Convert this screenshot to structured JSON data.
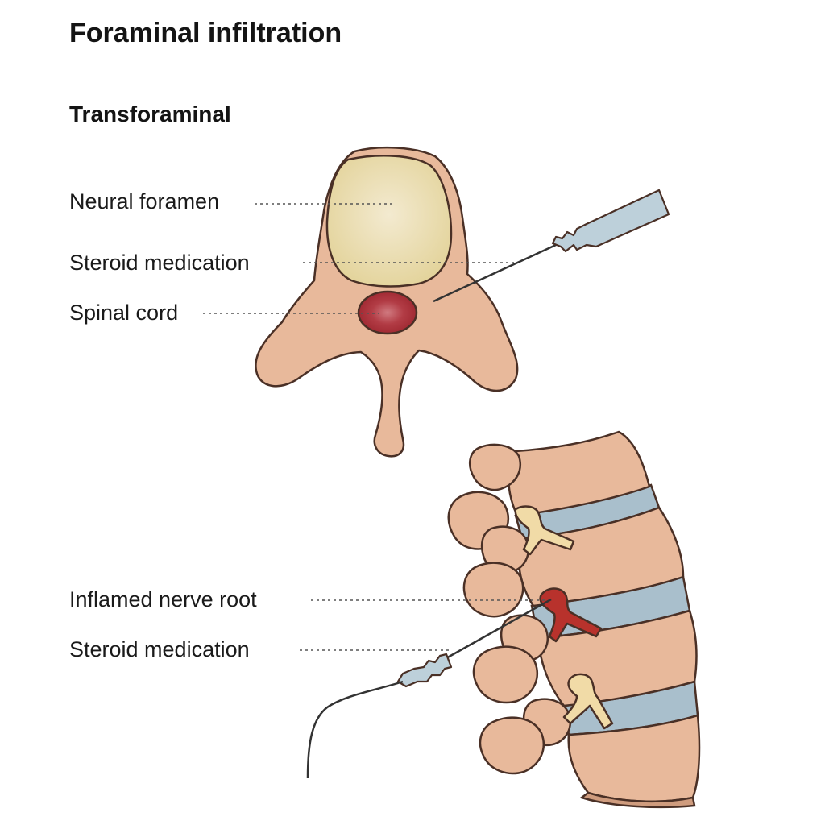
{
  "title": "Foraminal infiltration",
  "subtitle": "Transforaminal",
  "labels": {
    "neural_foramen": "Neural foramen",
    "steroid_medication_top": "Steroid medication",
    "spinal_cord": "Spinal cord",
    "inflamed_nerve_root": "Inflamed nerve root",
    "steroid_medication_bottom": "Steroid medication"
  },
  "colors": {
    "bone": "#e8b99b",
    "foramen": "#e8dba6",
    "spinal_cord": "#a8303a",
    "disc": "#a9bfcc",
    "nerve": "#f1dba7",
    "inflamed_nerve": "#b8322c",
    "syringe": "#bdd0da"
  }
}
